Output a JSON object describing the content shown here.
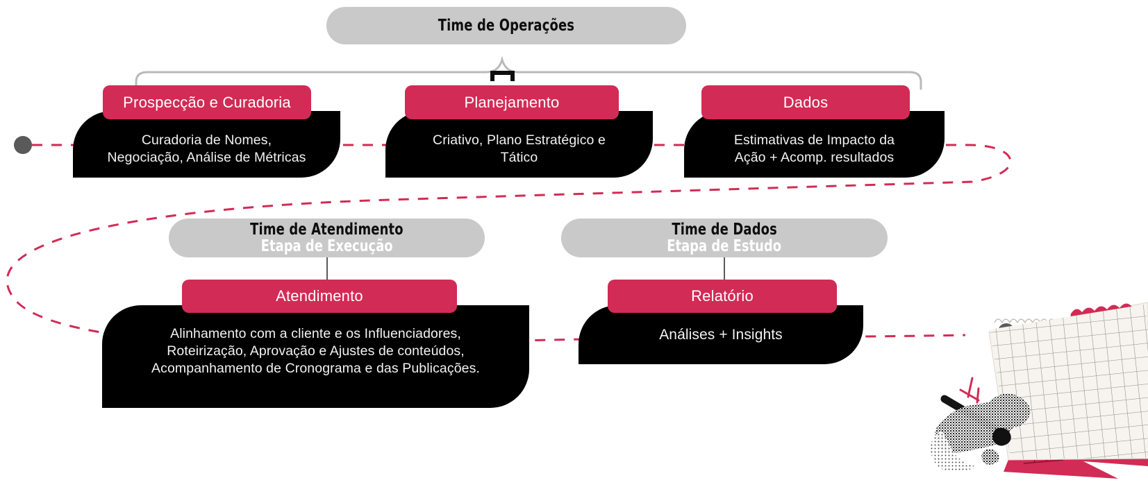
{
  "colors": {
    "accent_pink": "#d22b55",
    "card_black": "#000000",
    "pill_gray": "#c9c9c9",
    "dot_gray": "#5a5a5a",
    "text_light": "#f2f2f2",
    "paper_cream": "#f7f3ee"
  },
  "top": {
    "team_title": "Time de Operações"
  },
  "row1": [
    {
      "header": "Prospecção e Curadoria",
      "body": "Curadoria de Nomes,\nNegociação, Análise de Métricas"
    },
    {
      "header": "Planejamento",
      "body": "Criativo, Plano Estratégico e\nTático"
    },
    {
      "header": "Dados",
      "body": "Estimativas de Impacto da\nAção + Acomp. resultados"
    }
  ],
  "row2": [
    {
      "team_title": "Time de Atendimento",
      "stage": "Etapa de Execução",
      "header": "Atendimento",
      "body": "Alinhamento com a cliente e os Influenciadores,\nRoteirização, Aprovação e Ajustes de conteúdos,\nAcompanhamento de Cronograma e das Publicações."
    },
    {
      "team_title": "Time de Dados",
      "stage": "Etapa de Estudo",
      "header": "Relatório",
      "body": "Análises + Insights"
    }
  ],
  "decor": {
    "start_dot": "start-dot",
    "flow_path": "dashed-flow-path",
    "bracket": "curly-bracket-connector",
    "staple_mark": "staple-mark",
    "illustration": "hand-writing-on-grid-notebook"
  }
}
